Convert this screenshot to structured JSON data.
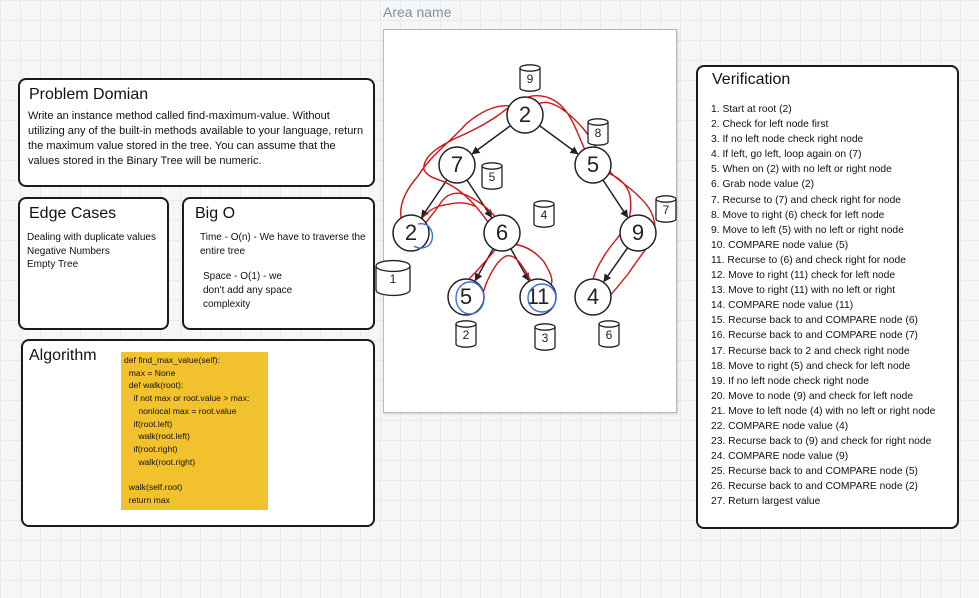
{
  "area": {
    "label": "Area name"
  },
  "problem": {
    "title": "Problem Domian",
    "text": "Write an instance method called find-maximum-value. Without utilizing any of the built-in methods available to your language, return the maximum value stored in the tree. You can assume that the values stored in the Binary Tree will be numeric."
  },
  "edge_cases": {
    "title": "Edge Cases",
    "items": [
      "Dealing with duplicate values",
      "Negative Numbers",
      "Empty Tree"
    ]
  },
  "big_o": {
    "title": "Big O",
    "time": "Time - O(n) - We have to traverse the entire tree",
    "space": "Space - O(1) - we don't add any space complexity"
  },
  "algorithm": {
    "title": "Algorithm",
    "code_lines": [
      "def find_max_value(self):",
      "  max = None",
      "  def walk(root):",
      "    if not max or root.value > max:",
      "      nonlocal max = root.value",
      "    if(root.left)",
      "      walk(root.left)",
      "    if(root.right)",
      "      walk(root.right)",
      "",
      "  walk(self.root)",
      "  return max"
    ]
  },
  "verification": {
    "title": "Verification",
    "steps": [
      "1. Start at root (2)",
      "2. Check for left node first",
      "3. If no left node check right node",
      "4. If left, go left, loop again on (7)",
      "5. When on (2) with no left or right node",
      "6. Grab node value (2)",
      "7. Recurse to (7) and check right for node",
      "8. Move to right (6) check for left node",
      "9. Move to left (5) with no left or right node",
      "10. COMPARE node value (5)",
      "11. Recurse to (6) and check right for node",
      "12. Move to right (11) check for left node",
      "13. Move to right (11) with no left or right",
      "14. COMPARE node value (11)",
      "15. Recurse back to and COMPARE node (6)",
      "16. Recurse back to and COMPARE node (7)",
      "17. Recurse back to 2 and check right node",
      "18. Move to right (5) and check for left node",
      "19. If no left node check right node",
      "20. Move to node (9) and check for left node",
      "21. Move to left node (4) with no left or right node",
      "22. COMPARE node value (4)",
      "23. Recurse back to (9) and check for right node",
      "24. COMPARE node value (9)",
      "25. Recurse back to and COMPARE node (5)",
      "26. Recurse back to and COMPARE node (2)",
      "27. Return largest value"
    ]
  },
  "tree": {
    "nodes": [
      {
        "id": "root",
        "label": "2"
      },
      {
        "id": "n7",
        "label": "7"
      },
      {
        "id": "n5r",
        "label": "5"
      },
      {
        "id": "n2",
        "label": "2"
      },
      {
        "id": "n6",
        "label": "6"
      },
      {
        "id": "n9",
        "label": "9"
      },
      {
        "id": "n5",
        "label": "5"
      },
      {
        "id": "n11",
        "label": "11"
      },
      {
        "id": "n4",
        "label": "4"
      }
    ],
    "edges": [
      [
        "root",
        "n7"
      ],
      [
        "root",
        "n5r"
      ],
      [
        "n7",
        "n2"
      ],
      [
        "n7",
        "n6"
      ],
      [
        "n5r",
        "n9"
      ],
      [
        "n6",
        "n5"
      ],
      [
        "n6",
        "n11"
      ],
      [
        "n9",
        "n4"
      ]
    ],
    "storage_values": [
      "9",
      "8",
      "5",
      "4",
      "7",
      "1",
      "2",
      "3",
      "6"
    ],
    "colors": {
      "traversal": "#d11414",
      "compare_mark": "#3a6fd8",
      "code_bg": "#f2c12e"
    }
  }
}
